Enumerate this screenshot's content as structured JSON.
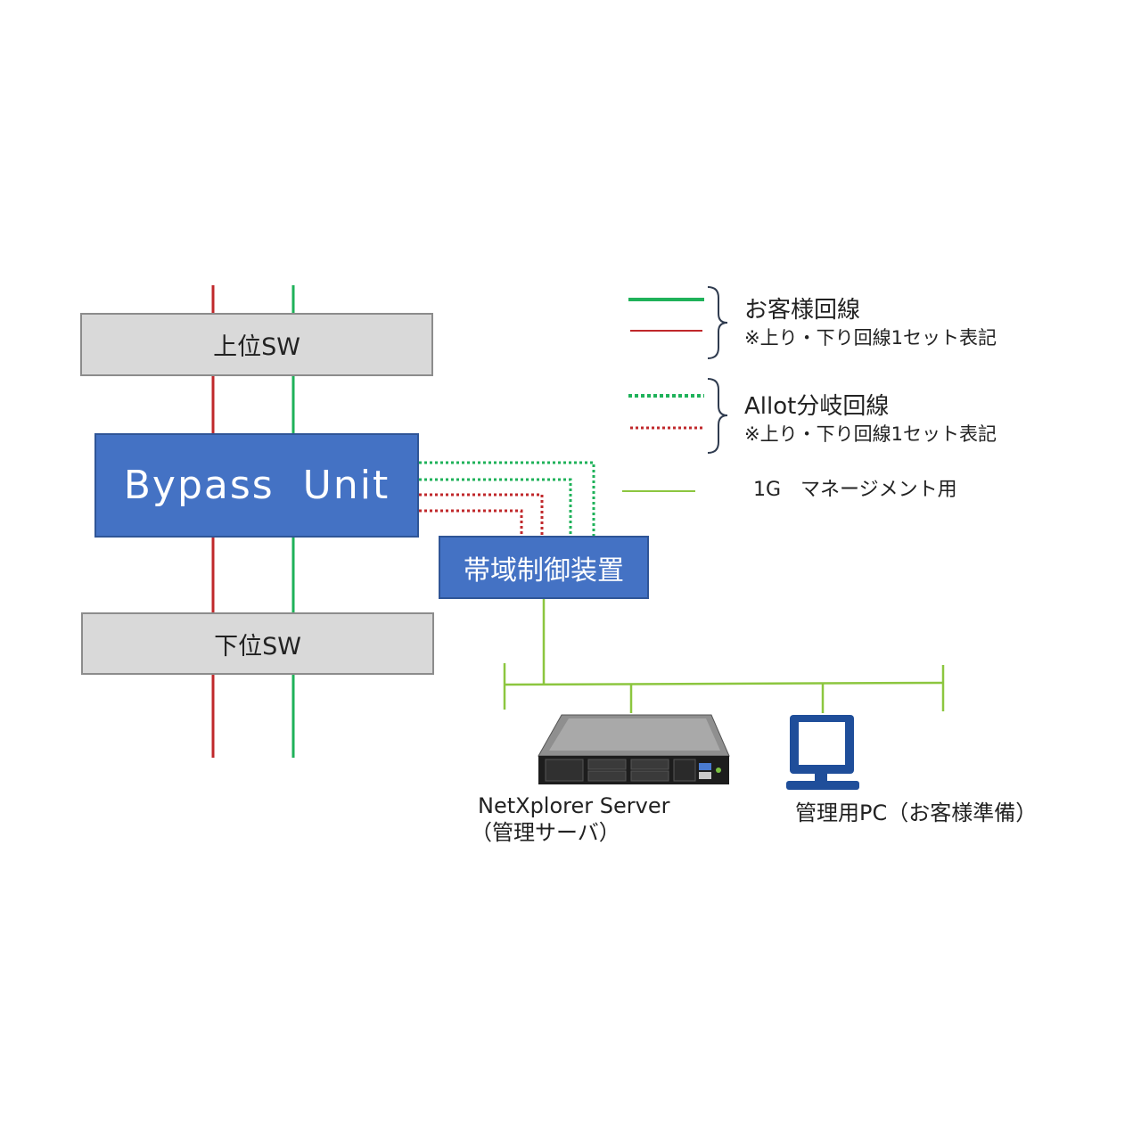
{
  "switches": {
    "upper": "上位SW",
    "lower": "下位SW"
  },
  "bypass_unit": "Bypass  Unit",
  "bandwidth_controller": "帯域制御装置",
  "legend": {
    "customer_line": {
      "title": "お客様回線",
      "note": "※上り・下り回線1セット表記"
    },
    "allot_line": {
      "title": "Allot分岐回線",
      "note": "※上り・下り回線1セット表記"
    },
    "management": "1G　マネージメント用"
  },
  "devices": {
    "server_line1": "NetXplorer Server",
    "server_line2": "（管理サーバ）",
    "pc": "管理用PC（お客様準備）"
  },
  "colors": {
    "green": "#1fb25a",
    "red": "#c0282b",
    "mgmt": "#8cc63f",
    "blue_fill": "#4472c4",
    "gray_fill": "#d9d9d9"
  }
}
